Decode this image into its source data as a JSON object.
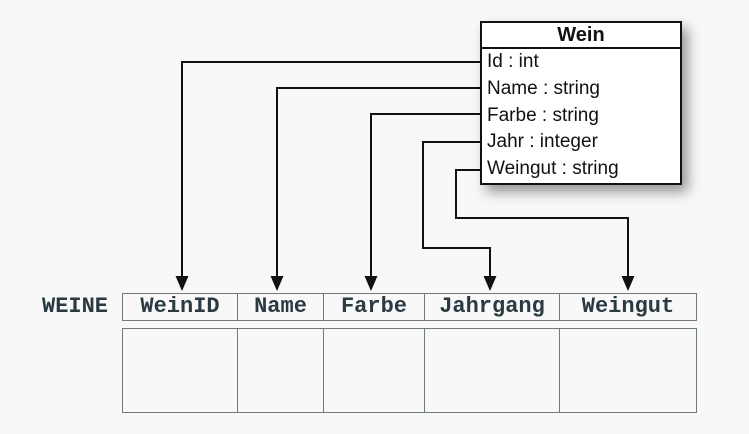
{
  "class_box": {
    "title": "Wein",
    "attributes": [
      "Id : int",
      "Name : string",
      "Farbe : string",
      "Jahr : integer",
      "Weingut : string"
    ]
  },
  "table": {
    "label": "WEINE",
    "columns": [
      "WeinID",
      "Name",
      "Farbe",
      "Jahrgang",
      "Weingut"
    ]
  },
  "mappings": [
    {
      "from": "Id",
      "to": "WeinID"
    },
    {
      "from": "Name",
      "to": "Name"
    },
    {
      "from": "Farbe",
      "to": "Farbe"
    },
    {
      "from": "Jahr",
      "to": "Jahrgang"
    },
    {
      "from": "Weingut",
      "to": "Weingut"
    }
  ],
  "colors": {
    "background": "#f8f8f9",
    "connector_line": "#111111",
    "box_border": "#111111",
    "box_fill": "#ffffff",
    "table_border": "#6e797e",
    "table_text": "#2a3a40"
  }
}
